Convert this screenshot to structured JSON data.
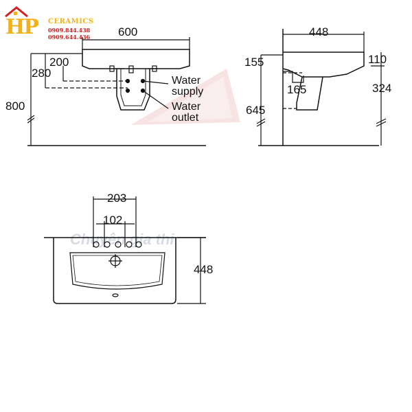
{
  "logo": {
    "mark": "HP",
    "brand": "CERAMICS",
    "phone1": "0909.844.438",
    "phone2": "0909.644.436"
  },
  "front_view": {
    "width": "600",
    "d200": "200",
    "d280": "280",
    "d800": "800",
    "water_supply_line1": "Water",
    "water_supply_line2": "supply",
    "water_outlet_line1": "Water",
    "water_outlet_line2": "outlet"
  },
  "side_view": {
    "depth": "448",
    "d155": "155",
    "d110": "110",
    "d165": "165",
    "d324": "324",
    "d645": "645"
  },
  "top_view": {
    "d203": "203",
    "d102": "102",
    "depth": "448",
    "watermark": "Chuyên gia thi"
  },
  "colors": {
    "logo_gold": "#f3b117",
    "logo_red": "#d31f1f",
    "watermark_red": "#e35050"
  }
}
